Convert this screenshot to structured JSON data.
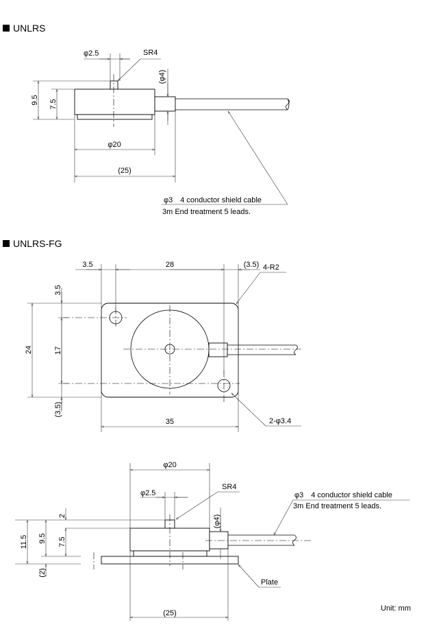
{
  "sections": [
    {
      "title": "UNLRS"
    },
    {
      "title": "UNLRS-FG"
    }
  ],
  "unlrs": {
    "dim_stem_dia": "φ2.5",
    "dim_sr": "SR4",
    "dim_cable_conn": "(φ4)",
    "dim_total_h": "9.5",
    "dim_body_h": "7.5",
    "dim_body_dia": "φ20",
    "dim_length": "(25)",
    "cable_line1": "φ3　4 conductor shield cable",
    "cable_line2": "3m End treatment 5 leads."
  },
  "fg_top": {
    "dim_left": "3.5",
    "dim_mid": "28",
    "dim_right": "(3.5)",
    "corner_radius": "4-R2",
    "dim_height": "24",
    "dim_top_offset": "3.5",
    "dim_hole_pitch": "17",
    "dim_bottom_offset": "(3.5)",
    "dim_width": "35",
    "holes": "2-φ3.4"
  },
  "fg_side": {
    "dim_body_dia": "φ20",
    "dim_stem_dia": "φ2.5",
    "dim_sr": "SR4",
    "dim_cable_conn": "(φ4)",
    "dim_stem_h": "2",
    "dim_total_h": "11.5",
    "dim_sensor_h": "9.5",
    "dim_body_h": "7.5",
    "dim_plate_h": "(2)",
    "dim_length": "(25)",
    "plate_label": "Plate",
    "cable_line1": "φ3　4 conductor shield cable",
    "cable_line2": "3m End treatment 5 leads."
  },
  "unit": "Unit: mm"
}
